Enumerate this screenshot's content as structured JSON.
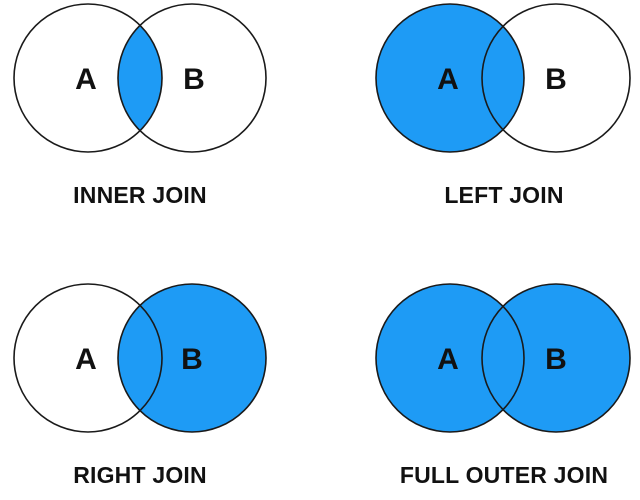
{
  "fill_color": "#1e9bf5",
  "outline_color": "#1a1a1a",
  "panels": [
    {
      "title": "INNER JOIN",
      "left_label": "A",
      "right_label": "B",
      "shaded": "intersection"
    },
    {
      "title": "LEFT JOIN",
      "left_label": "A",
      "right_label": "B",
      "shaded": "left"
    },
    {
      "title": "RIGHT JOIN",
      "left_label": "A",
      "right_label": "B",
      "shaded": "right"
    },
    {
      "title": "FULL OUTER JOIN",
      "left_label": "A",
      "right_label": "B",
      "shaded": "both"
    }
  ]
}
